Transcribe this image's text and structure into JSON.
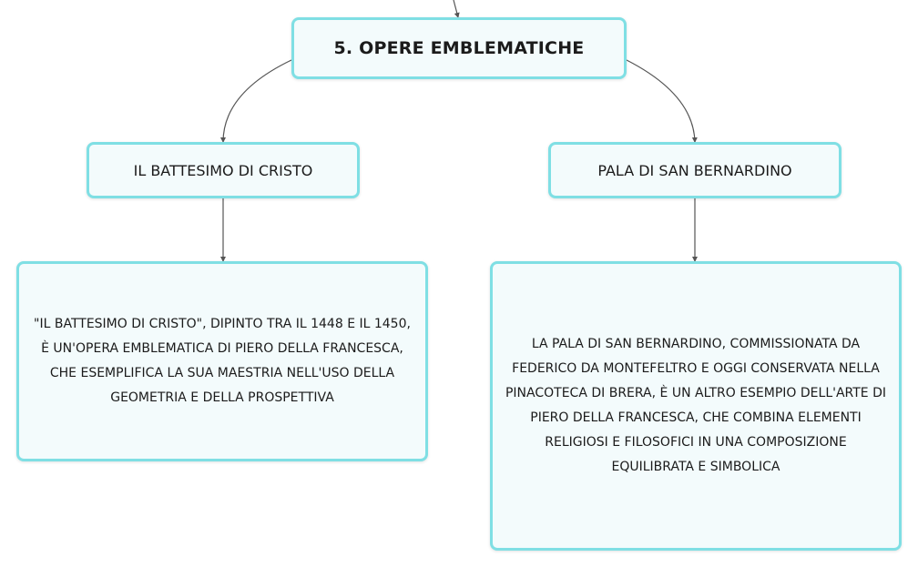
{
  "diagram": {
    "root": {
      "label": "5. OPERE EMBLEMATICHE"
    },
    "branches": [
      {
        "label": "IL BATTESIMO DI CRISTO",
        "detail": "\"IL BATTESIMO DI CRISTO\", DIPINTO TRA IL 1448 E IL 1450, È UN'OPERA EMBLEMATICA DI PIERO DELLA FRANCESCA, CHE ESEMPLIFICA LA SUA MAESTRIA NELL'USO DELLA GEOMETRIA E DELLA PROSPETTIVA"
      },
      {
        "label": "PALA DI SAN BERNARDINO",
        "detail": "LA PALA DI SAN BERNARDINO, COMMISSIONATA DA FEDERICO DA MONTEFELTRO E OGGI CONSERVATA NELLA PINACOTECA DI BRERA, È UN ALTRO ESEMPIO DELL'ARTE DI PIERO DELLA FRANCESCA, CHE COMBINA ELEMENTI RELIGIOSI E FILOSOFICI IN UNA COMPOSIZIONE EQUILIBRATA E SIMBOLICA"
      }
    ]
  },
  "colors": {
    "node_border": "#7fdfe4",
    "node_fill": "#f3fbfc",
    "connector": "#555555",
    "text": "#1b1b1b"
  }
}
